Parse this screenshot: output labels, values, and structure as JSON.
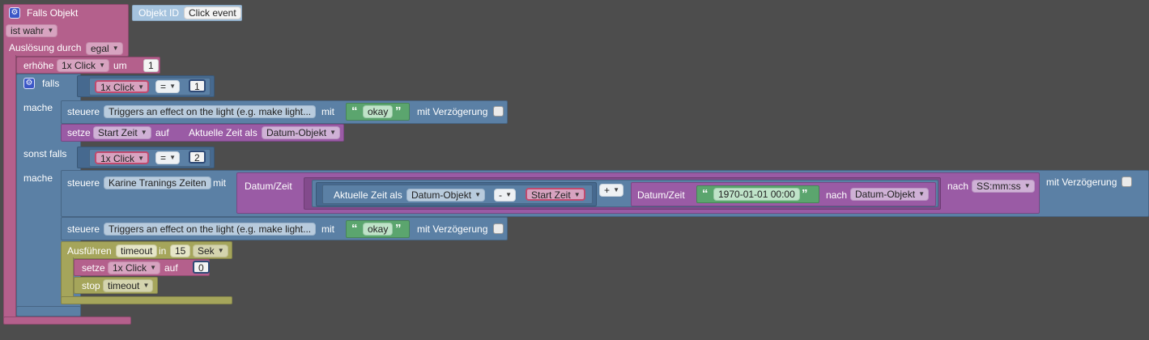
{
  "event": {
    "title": "Falls Objekt",
    "object_id_label": "Objekt ID",
    "object_id_value": "Click event",
    "condition": "ist wahr",
    "trigger_label": "Auslösung durch",
    "trigger_value": "egal"
  },
  "increment": {
    "label": "erhöhe",
    "variable": "1x Click",
    "by_label": "um",
    "amount": "1"
  },
  "if_block": {
    "if_label": "falls",
    "do_label": "mache",
    "elseif_label": "sonst falls",
    "do2_label": "mache"
  },
  "condition1": {
    "variable": "1x Click",
    "operator": "=",
    "value": "1"
  },
  "control1": {
    "label": "steuere",
    "target": "Triggers an effect on the light (e.g. make light...",
    "with_label": "mit",
    "value": "okay",
    "delay_label": "mit Verzögerung"
  },
  "set_start": {
    "label": "setze",
    "variable": "Start Zeit",
    "to_label": "auf",
    "current_time_label": "Aktuelle Zeit als",
    "format": "Datum-Objekt"
  },
  "condition2": {
    "variable": "1x Click",
    "operator": "=",
    "value": "2"
  },
  "control2": {
    "label": "steuere",
    "target": "Karine Tranings Zeiten",
    "with_label": "mit",
    "datetime_label": "Datum/Zeit",
    "current_time_label": "Aktuelle Zeit als",
    "current_format": "Datum-Objekt",
    "minus_op": "-",
    "start_var": "Start Zeit",
    "plus_op": "+",
    "datetime2_label": "Datum/Zeit",
    "date_string": "1970-01-01 00:00",
    "after_label": "nach",
    "after_format": "Datum-Objekt",
    "outer_after_label": "nach",
    "outer_format": "SS:mm:ss",
    "delay_label": "mit Verzögerung"
  },
  "control3": {
    "label": "steuere",
    "target": "Triggers an effect on the light (e.g. make light...",
    "with_label": "mit",
    "value": "okay",
    "delay_label": "mit Verzögerung"
  },
  "timeout": {
    "label": "Ausführen",
    "name": "timeout",
    "in_label": "in",
    "amount": "15",
    "unit": "Sek",
    "set_label": "setze",
    "set_variable": "1x Click",
    "set_to_label": "auf",
    "set_value": "0",
    "stop_label": "stop",
    "stop_value": "timeout"
  }
}
